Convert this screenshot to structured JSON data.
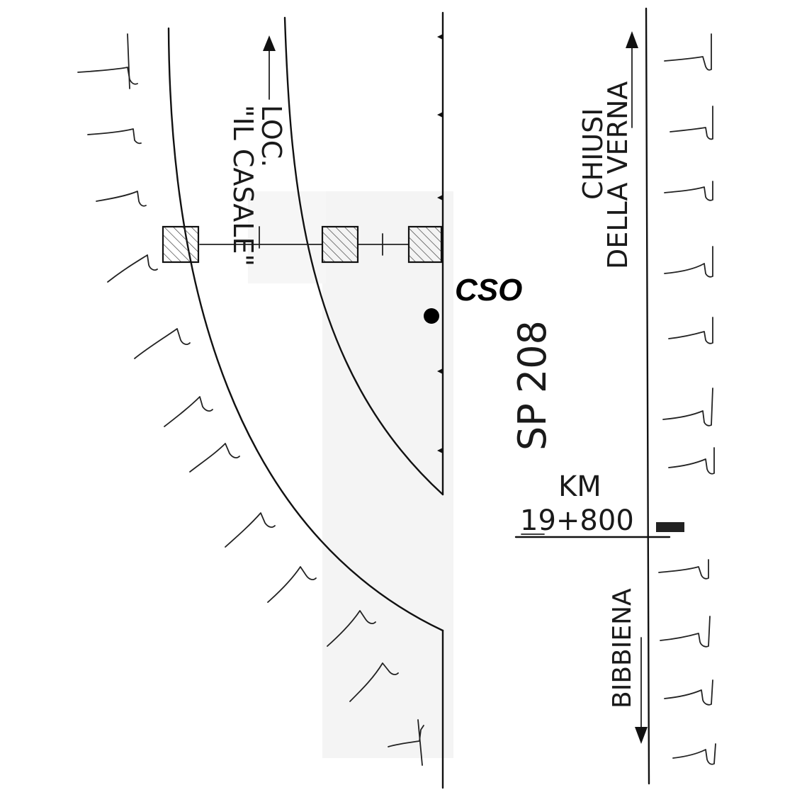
{
  "map": {
    "locality": {
      "prefix": "LOC.",
      "name": "\"IL CASALE\""
    },
    "road": {
      "code": "SP",
      "number": "208"
    },
    "destinations": {
      "north": "CHIUSI DELLA VERNA",
      "north_line1": "CHIUSI",
      "north_line2": "DELLA VERNA",
      "south": "BIBBIENA"
    },
    "kilometre": {
      "label": "KM",
      "value": "19+800"
    },
    "marker": {
      "label": "CSO"
    }
  }
}
